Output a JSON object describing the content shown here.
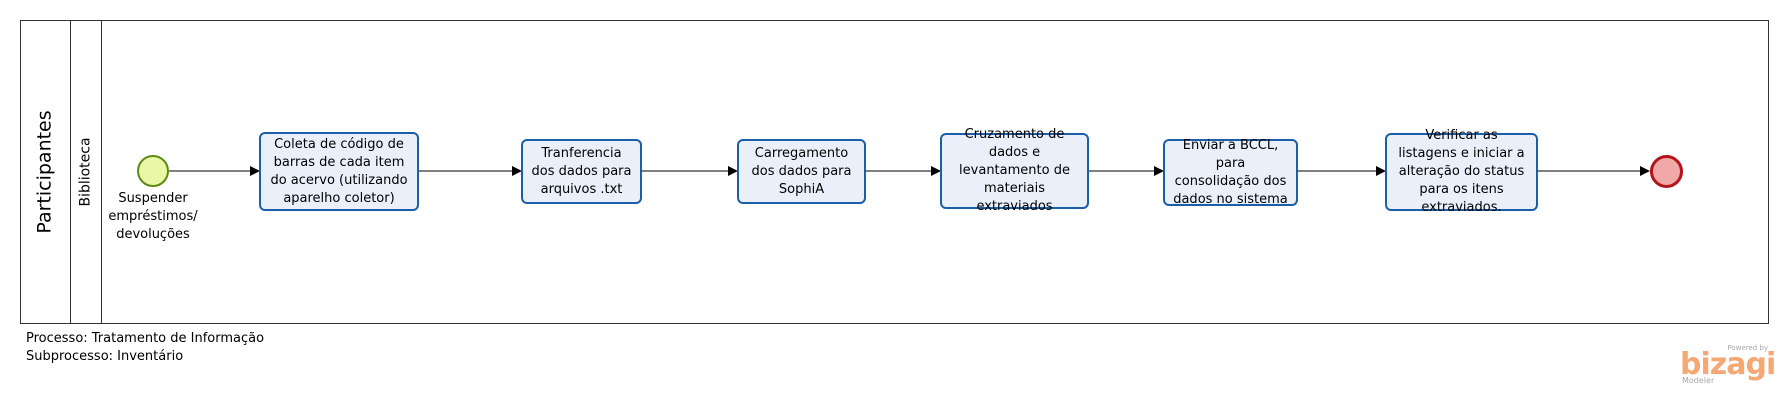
{
  "pool": {
    "label": "Participantes"
  },
  "lane": {
    "label": "Biblioteca"
  },
  "start_event": {
    "caption": "Suspender empréstimos/ devoluções"
  },
  "tasks": [
    {
      "label": "Coleta de código de barras de cada item do acervo (utilizando aparelho coletor)"
    },
    {
      "label": "Tranferencia dos dados para arquivos .txt"
    },
    {
      "label": "Carregamento dos dados para SophiA"
    },
    {
      "label": "Cruzamento de dados e levantamento de materiais extraviados"
    },
    {
      "label": "Enviar a BCCL, para consolidação dos dados no sistema"
    },
    {
      "label": "Verificar as listagens e iniciar a alteração do status para os itens extraviados."
    }
  ],
  "footer": {
    "process": "Processo: Tratamento de Informação",
    "subprocess": "Subprocesso: Inventário"
  },
  "brand": {
    "powered_by": "Powered by",
    "name": "bizagi",
    "product": "Modeler"
  },
  "colors": {
    "task_fill": "#eaf0fa",
    "task_border": "#1b5fa8",
    "start_fill": "#e9f7a6",
    "start_border": "#5d8a12",
    "end_fill": "#f0a8a8",
    "end_border": "#b3141e",
    "brand": "#f5a873"
  }
}
